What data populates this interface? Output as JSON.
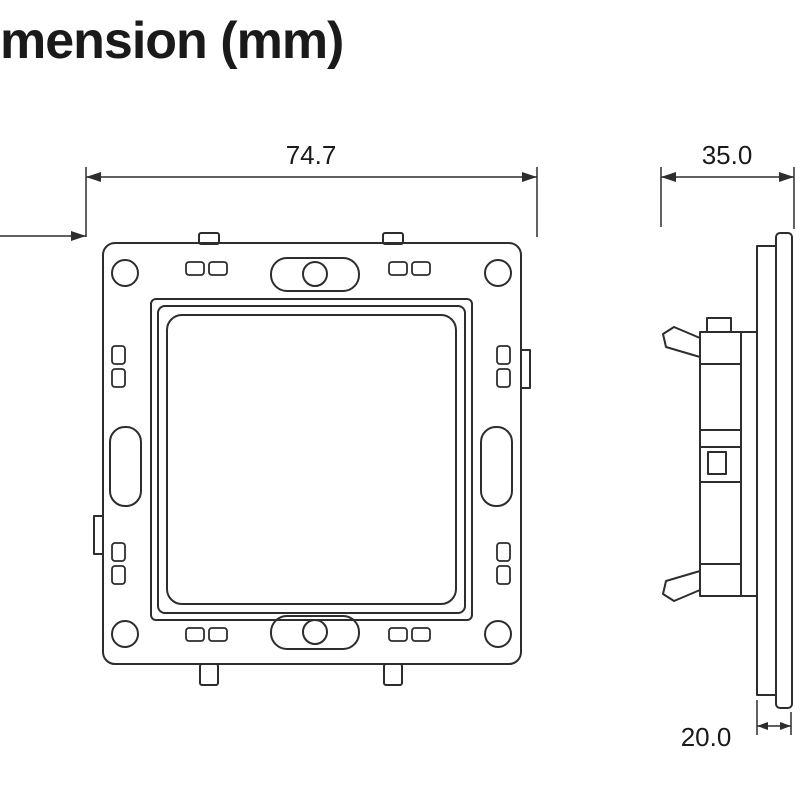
{
  "page": {
    "title": "mension (mm)"
  },
  "front_view": {
    "width_dim": "74.7"
  },
  "side_view": {
    "total_depth_dim": "35.0",
    "front_depth_dim": "20.0"
  },
  "colors": {
    "line": "#2d2d2d",
    "text": "#1a1a1a",
    "background": "#ffffff"
  }
}
